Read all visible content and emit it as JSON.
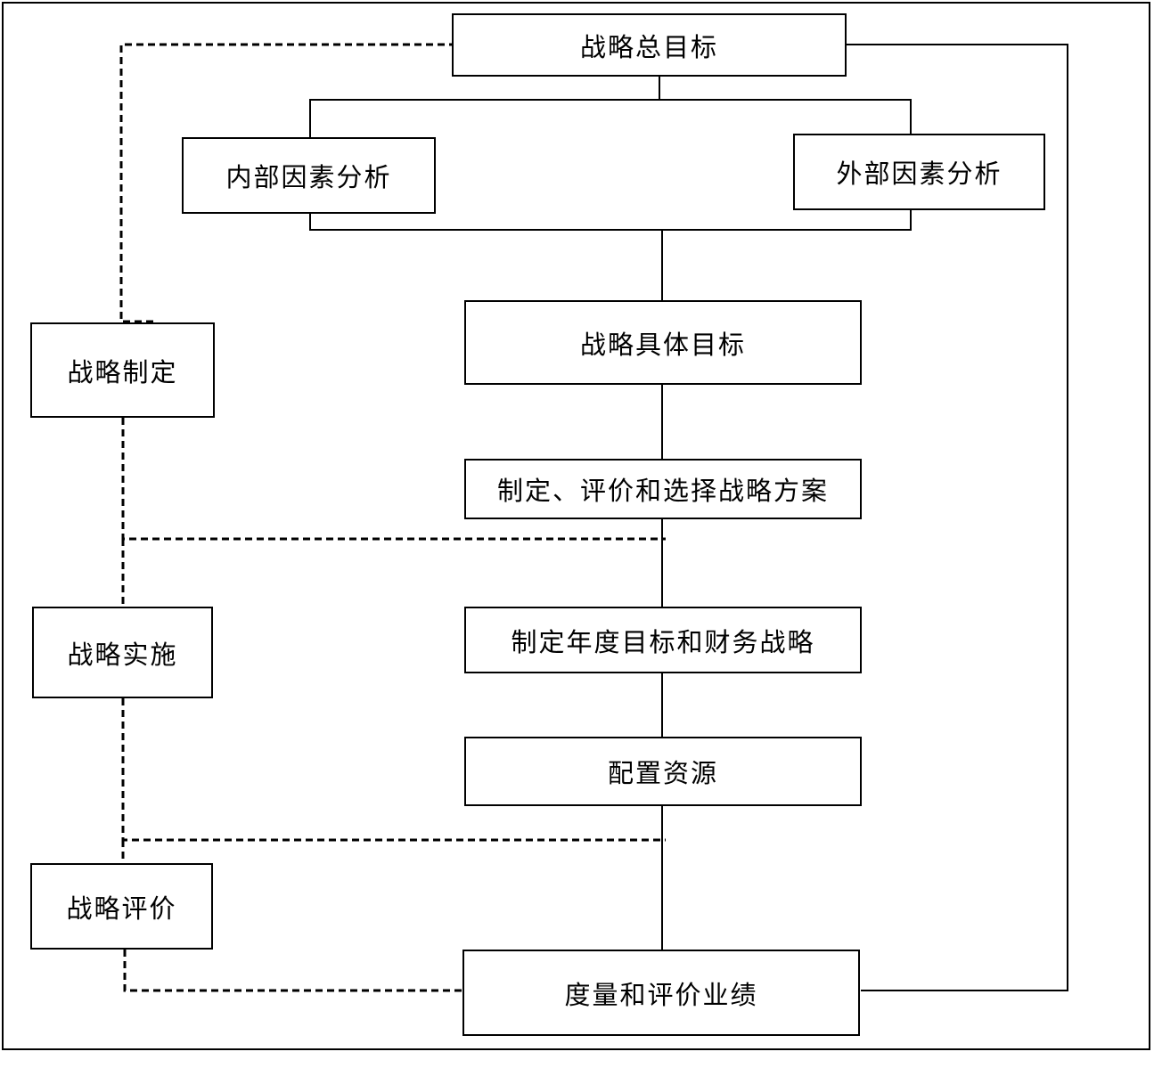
{
  "nodes": {
    "overall_goal": "战略总目标",
    "internal_analysis": "内部因素分析",
    "external_analysis": "外部因素分析",
    "specific_goals": "战略具体目标",
    "formulate_options": "制定、评价和选择战略方案",
    "annual_goals": "制定年度目标和财务战略",
    "allocate_resources": "配置资源",
    "measure_performance": "度量和评价业绩"
  },
  "phases": {
    "formulation": "战略制定",
    "implementation": "战略实施",
    "evaluation": "战略评价"
  },
  "colors": {
    "line": "#000000",
    "background": "#ffffff"
  }
}
